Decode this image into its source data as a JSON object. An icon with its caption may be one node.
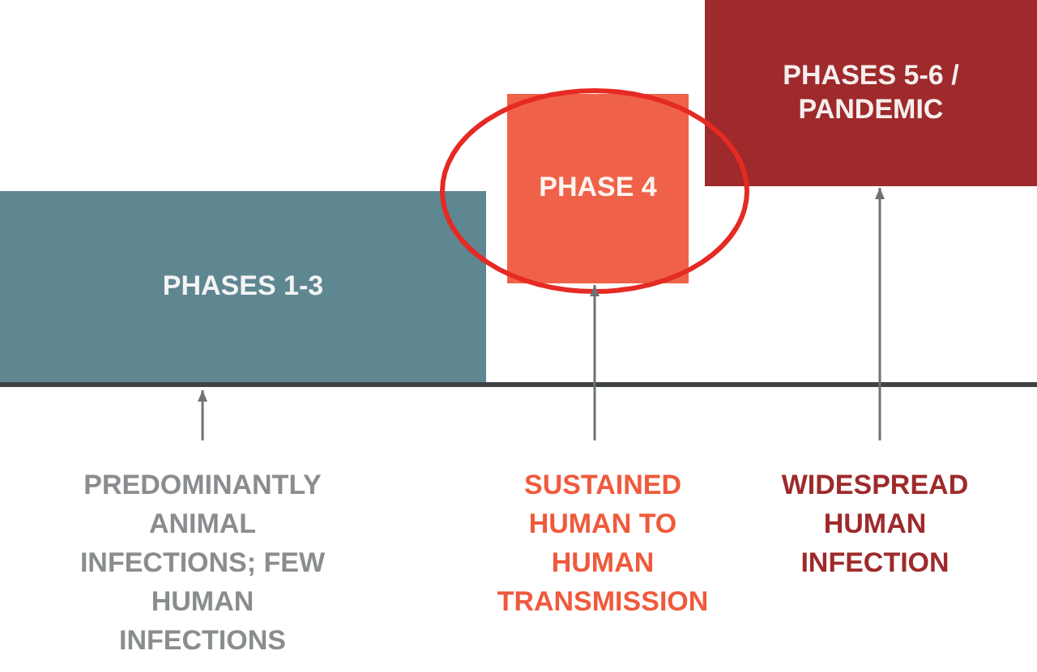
{
  "diagram": {
    "nodes": [
      {
        "text": [
          "PHASES 1-3"
        ]
      },
      {
        "text": [
          "PHASE 4"
        ]
      },
      {
        "text": [
          "PHASES 5-6 / PANDEMIC"
        ]
      },
      {
        "text": [
          "PREDOMINANTLY ANIMAL INFECTIONS; FEW HUMAN INFECTIONS"
        ]
      },
      {
        "text": [
          "SUSTAINED HUMAN TO HUMAN TRANSMISSION"
        ]
      },
      {
        "text": [
          "WIDESPREAD HUMAN INFECTION"
        ]
      }
    ],
    "edges": [
      {
        "from": 3,
        "to": 0,
        "arrow": "to"
      },
      {
        "from": 4,
        "to": 1,
        "arrow": "to"
      },
      {
        "from": 5,
        "to": 2,
        "arrow": "to"
      }
    ]
  }
}
